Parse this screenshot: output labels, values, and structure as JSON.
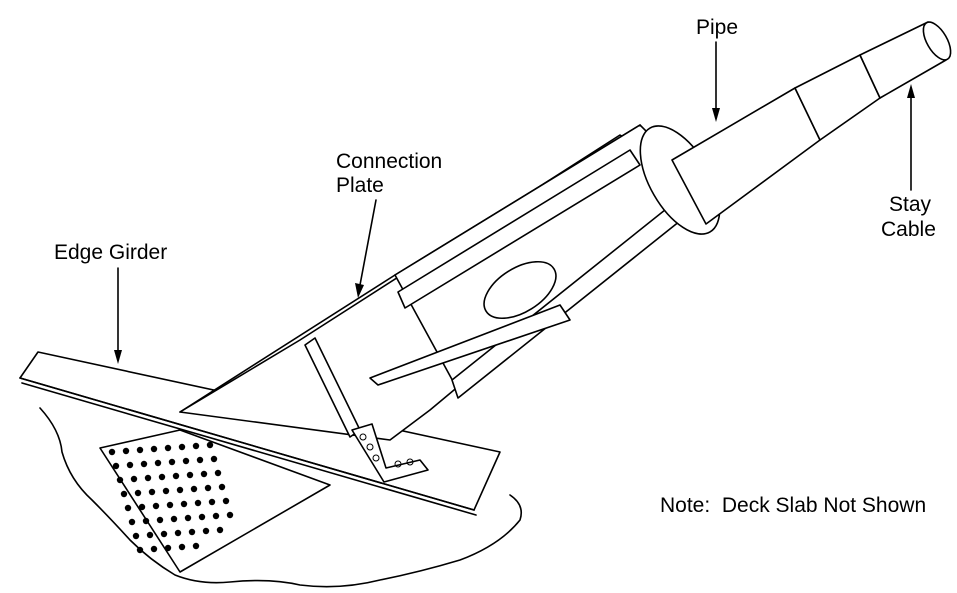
{
  "labels": {
    "pipe": "Pipe",
    "connection_plate_line1": "Connection",
    "connection_plate_line2": "Plate",
    "edge_girder": "Edge Girder",
    "stay_cable_line1": "Stay",
    "stay_cable_line2": "Cable",
    "note": "Note:  Deck Slab Not Shown"
  },
  "components": [
    "edge-girder",
    "connection-plate",
    "pipe",
    "stay-cable",
    "gusset-plate-bolts",
    "angle-bracket"
  ]
}
